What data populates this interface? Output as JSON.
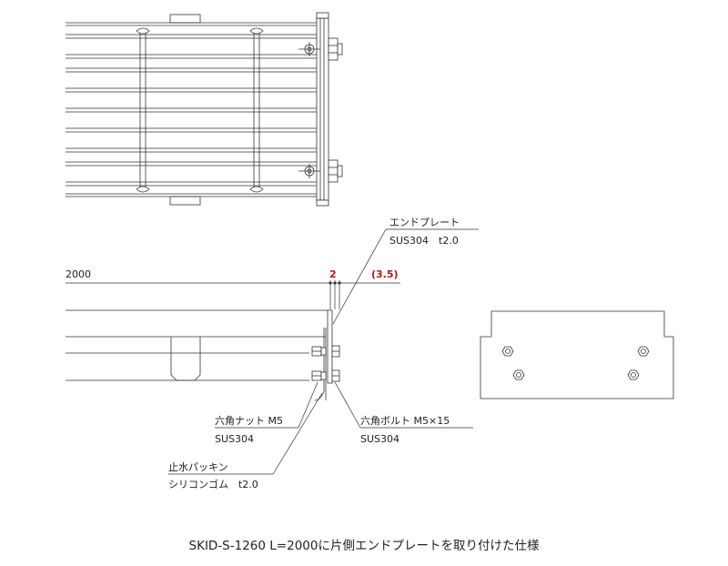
{
  "top_view": {},
  "side_view": {
    "length_label": "2000",
    "gap_label": "2",
    "thickness_label": "(3.5)"
  },
  "annotations": {
    "end_plate_name": "エンドプレート",
    "end_plate_spec": "SUS304　t2.0",
    "nut_name": "六角ナット M5",
    "nut_spec": "SUS304",
    "bolt_name": "六角ボルト M5×15",
    "bolt_spec": "SUS304",
    "packing_name": "止水パッキン",
    "packing_spec": "シリコンゴム　t2.0"
  },
  "caption": "SKID-S-1260 L=2000に片側エンドプレートを取り付けた仕様",
  "colors": {
    "line": "#333333",
    "dim_red": "#b01818"
  }
}
